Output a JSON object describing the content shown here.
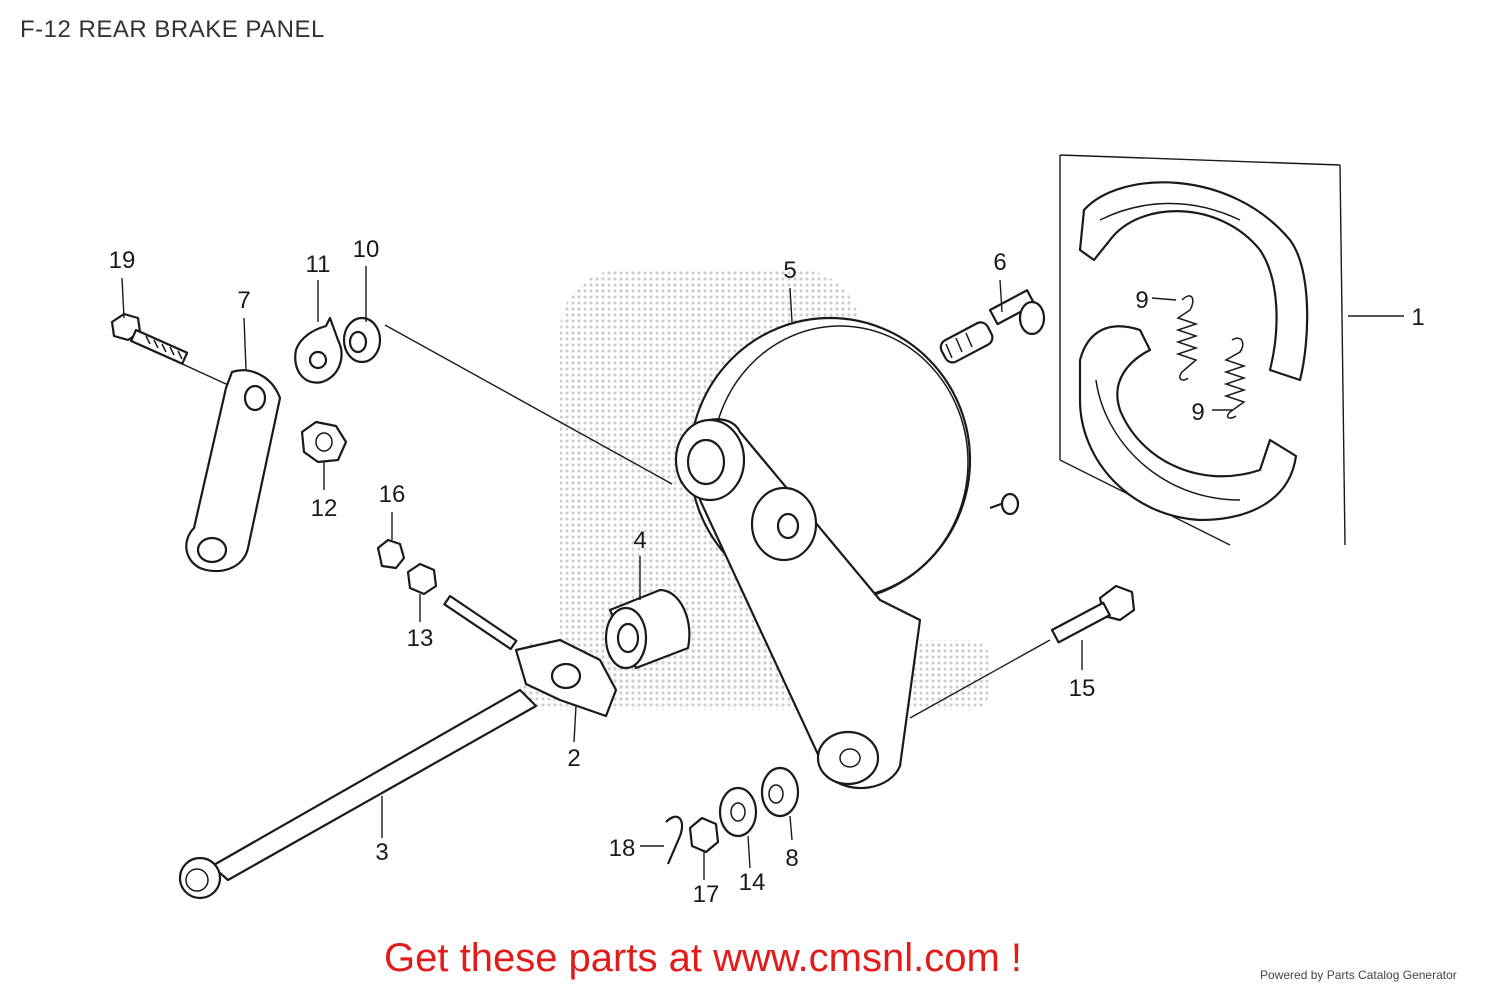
{
  "title": "F-12 REAR BRAKE PANEL",
  "footer": "Get these parts at www.cmsnl.com !",
  "powered_by": "Powered by Parts Catalog Generator",
  "callouts": {
    "c1": "1",
    "c2": "2",
    "c3": "3",
    "c4": "4",
    "c5": "5",
    "c6": "6",
    "c7": "7",
    "c8": "8",
    "c9a": "9",
    "c9b": "9",
    "c10": "10",
    "c11": "11",
    "c12": "12",
    "c13": "13",
    "c14": "14",
    "c15": "15",
    "c16": "16",
    "c17": "17",
    "c18": "18",
    "c19": "19"
  },
  "colors": {
    "footer": "#e21b1b",
    "line": "#1a1a1a",
    "watermark": "#d8d8d8"
  }
}
